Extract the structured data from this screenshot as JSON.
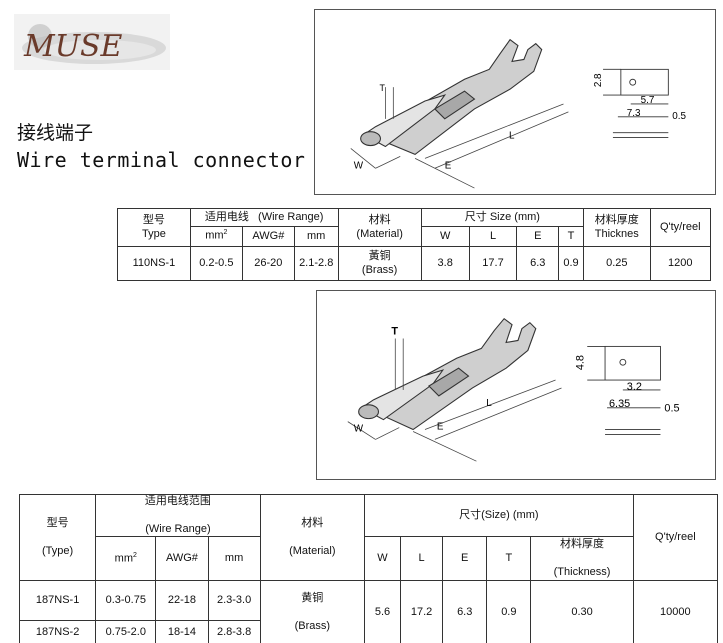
{
  "logo": {
    "text": "MUSE"
  },
  "title": {
    "cn": "接线端子",
    "en": "Wire terminal connector"
  },
  "diagram1": {
    "labels": {
      "t": "T",
      "w": "W",
      "e": "E",
      "l": "L"
    },
    "dims": {
      "d1": "2.8",
      "d2": "5.7",
      "d3": "7.3",
      "d4": "0.5"
    }
  },
  "diagram2": {
    "labels": {
      "t": "T",
      "w": "W",
      "e": "E",
      "l": "L"
    },
    "dims": {
      "d1": "4.8",
      "d2": "3.2",
      "d3": "6.35",
      "d4": "0.5"
    }
  },
  "table1": {
    "model_cn": "型号",
    "model_en": "Type",
    "wire_range": "适用电线",
    "wire_range_en": "(Wire Range)",
    "mm2": "mm",
    "awg": "AWG#",
    "mm": "mm",
    "material_cn": "材料",
    "material_en": "(Material)",
    "size": "尺寸  Size (mm)",
    "w": "W",
    "l": "L",
    "e": "E",
    "t": "T",
    "thick_cn": "材料厚度",
    "thick_en": "Thicknes",
    "qty": "Q'ty/reel",
    "row": {
      "type": "110NS-1",
      "mm2": "0.2-0.5",
      "awg": "26-20",
      "mm": "2.1-2.8",
      "material_cn": "黃铜",
      "material_en": "(Brass)",
      "w": "3.8",
      "l": "17.7",
      "e": "6.3",
      "t": "0.9",
      "thickness": "0.25",
      "qty": "1200"
    }
  },
  "table2": {
    "model_cn": "型号",
    "model_en": "(Type)",
    "wire_range": "适用电线范围",
    "wire_range_en": "(Wire Range)",
    "mm2": "mm",
    "awg": "AWG#",
    "mm": "mm",
    "material_cn": "材料",
    "material_en": "(Material)",
    "size": "尺寸(Size) (mm)",
    "w": "W",
    "l": "L",
    "e": "E",
    "t": "T",
    "thick_cn": "材料厚度",
    "thick_en": "(Thickness)",
    "qty": "Q'ty/reel",
    "material_val_cn": "黄铜",
    "material_val_en": "(Brass)",
    "w_val": "5.6",
    "l_val": "17.2",
    "e_val": "6.3",
    "t_val": "0.9",
    "thickness_val": "0.30",
    "qty_val": "10000",
    "rows": [
      {
        "type": "187NS-1",
        "mm2": "0.3-0.75",
        "awg": "22-18",
        "mm": "2.3-3.0"
      },
      {
        "type": "187NS-2",
        "mm2": "0.75-2.0",
        "awg": "18-14",
        "mm": "2.8-3.8"
      }
    ]
  }
}
